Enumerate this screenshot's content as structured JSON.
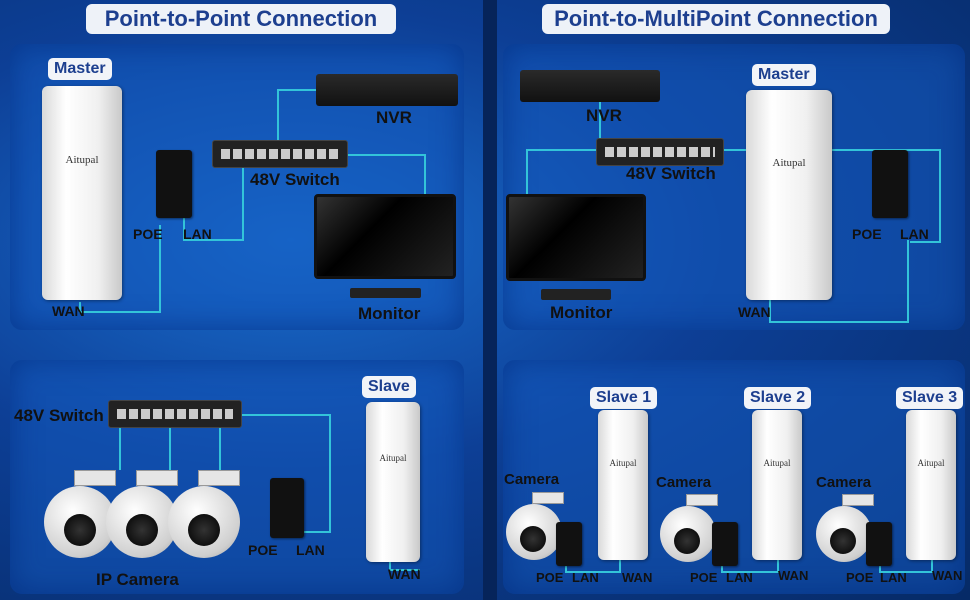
{
  "ptp": {
    "title": "Point-to-Point Connection",
    "master": "Master",
    "slave": "Slave",
    "nvr": "NVR",
    "switch_top": "48V Switch",
    "switch_bottom": "48V Switch",
    "monitor": "Monitor",
    "poe_top": "POE",
    "lan_top": "LAN",
    "wan_top": "WAN",
    "poe_bottom": "POE",
    "lan_bottom": "LAN",
    "wan_bottom": "WAN",
    "ip_camera": "IP Camera"
  },
  "ptmp": {
    "title": "Point-to-MultiPoint Connection",
    "master": "Master",
    "nvr": "NVR",
    "switch": "48V Switch",
    "monitor": "Monitor",
    "poe": "POE",
    "lan": "LAN",
    "wan": "WAN",
    "slaves": [
      {
        "label": "Slave 1",
        "camera": "Camera",
        "poe": "POE",
        "lan": "LAN",
        "wan": "WAN"
      },
      {
        "label": "Slave 2",
        "camera": "Camera",
        "poe": "POE",
        "lan": "LAN",
        "wan": "WAN"
      },
      {
        "label": "Slave 3",
        "camera": "Camera",
        "poe": "POE",
        "lan": "LAN",
        "wan": "WAN"
      }
    ]
  },
  "brand": "Aitupal",
  "colors": {
    "wire": "#33c4d9",
    "tag_text": "#1d3f8f",
    "panel": "#1f5fbf"
  }
}
